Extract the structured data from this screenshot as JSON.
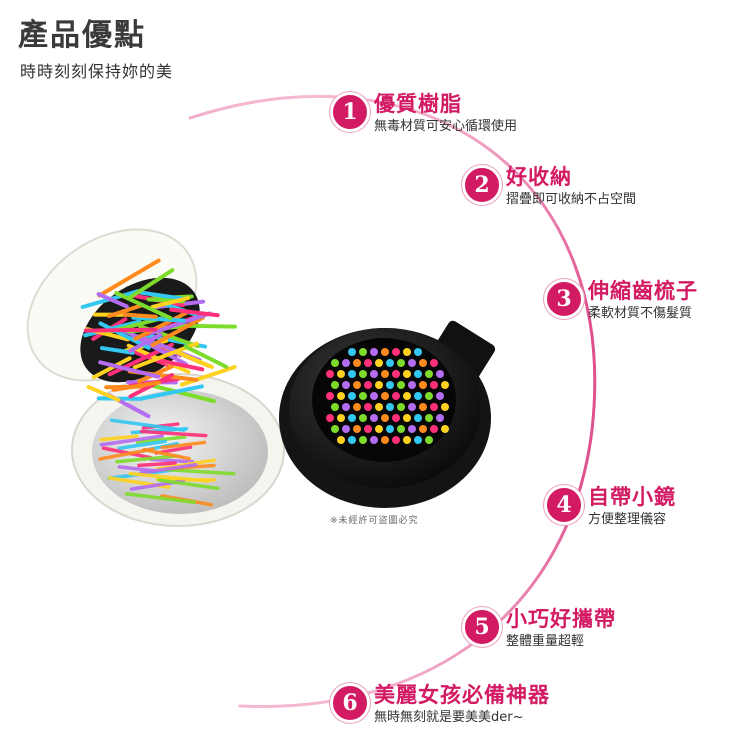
{
  "header": {
    "title": "產品優點",
    "subtitle": "時時刻刻保持妳的美"
  },
  "features": [
    {
      "number": "1",
      "title": "優質樹脂",
      "desc": "無毒材質可安心循環使用"
    },
    {
      "number": "2",
      "title": "好收納",
      "desc": "摺疊即可收納不占空間"
    },
    {
      "number": "3",
      "title": "伸縮齒梳子",
      "desc": "柔軟材質不傷髮質"
    },
    {
      "number": "4",
      "title": "自帶小鏡",
      "desc": "方便整理儀容"
    },
    {
      "number": "5",
      "title": "小巧好攜帶",
      "desc": "整體重量超輕"
    },
    {
      "number": "6",
      "title": "美麗女孩必備神器",
      "desc": "無時無刻就是要美美der~"
    }
  ],
  "watermark": "※未經許可盜圖必究",
  "colors": {
    "accent": "#d31b63",
    "arc": "#e0508e",
    "text": "#333333"
  }
}
